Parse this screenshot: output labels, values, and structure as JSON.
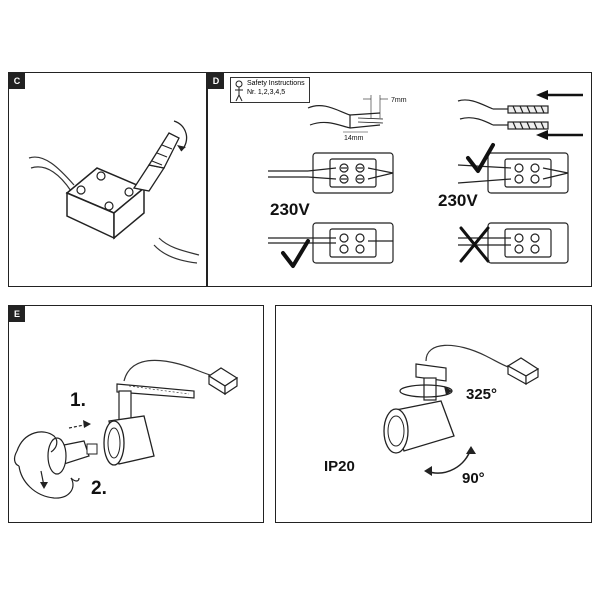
{
  "panels": {
    "c": {
      "tag": "C"
    },
    "d": {
      "tag": "D",
      "safety_title": "Safety Instructions",
      "safety_numbers": "Nr. 1,2,3,4,5",
      "strip_length": "7mm",
      "insulation_length": "14mm",
      "voltage_left": "230V",
      "voltage_right": "230V"
    },
    "e": {
      "tag": "E",
      "step1": "1.",
      "step2": "2."
    },
    "f": {
      "rotate_label": "325°",
      "tilt_label": "90°",
      "ip_rating": "IP20"
    }
  },
  "icons": [
    "screwdriver-icon",
    "checkmark-icon",
    "cross-icon",
    "hand-icon",
    "lamp-spot-icon",
    "terminal-block-icon",
    "arrow-left-icon",
    "person-safety-icon"
  ]
}
